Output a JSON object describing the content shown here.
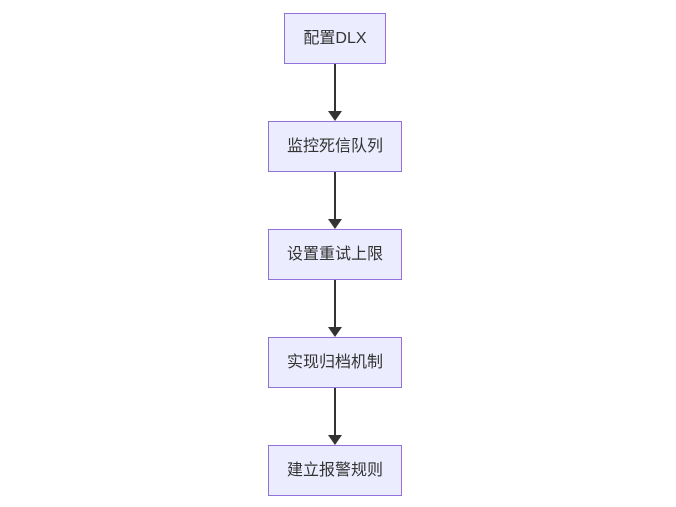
{
  "diagram": {
    "type": "flowchart",
    "direction": "top-down",
    "nodes": [
      {
        "id": "1",
        "label": "配置DLX"
      },
      {
        "id": "2",
        "label": "监控死信队列"
      },
      {
        "id": "3",
        "label": "设置重试上限"
      },
      {
        "id": "4",
        "label": "实现归档机制"
      },
      {
        "id": "5",
        "label": "建立报警规则"
      }
    ],
    "edges": [
      {
        "from": "配置DLX",
        "to": "监控死信队列"
      },
      {
        "from": "监控死信队列",
        "to": "设置重试上限"
      },
      {
        "from": "设置重试上限",
        "to": "实现归档机制"
      },
      {
        "from": "实现归档机制",
        "to": "建立报警规则"
      }
    ],
    "colors": {
      "node_fill": "#ECECFF",
      "node_border": "#9370DB",
      "text": "#333333",
      "arrow": "#333333",
      "background": "#ffffff"
    }
  }
}
